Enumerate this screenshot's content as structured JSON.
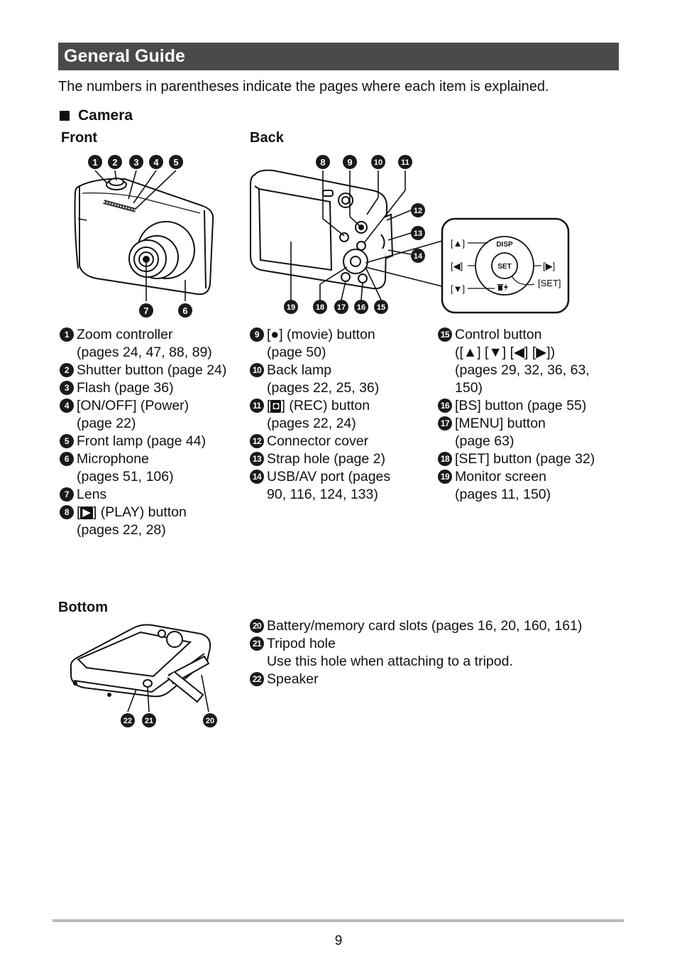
{
  "header": {
    "title": "General Guide"
  },
  "intro": "The numbers in parentheses indicate the pages where each item is explained.",
  "section": {
    "title": "Camera"
  },
  "subheads": {
    "front": "Front",
    "back": "Back",
    "bottom": "Bottom"
  },
  "callouts": {
    "front": [
      "1",
      "2",
      "3",
      "4",
      "5",
      "7",
      "6"
    ],
    "back": [
      "8",
      "9",
      "10",
      "11",
      "12",
      "13",
      "14",
      "19",
      "18",
      "17",
      "16",
      "15"
    ],
    "bottom": [
      "22",
      "21",
      "20"
    ]
  },
  "control_inset": {
    "up": "[▲]",
    "left": "[◀]",
    "down": "[▼]",
    "right": "[▶]",
    "set_bracket": "[SET]",
    "disp": "DISP",
    "set": "SET"
  },
  "col1": [
    {
      "num": "1",
      "text": "Zoom controller\n(pages 24, 47, 88, 89)"
    },
    {
      "num": "2",
      "text": "Shutter button (page 24)"
    },
    {
      "num": "3",
      "text": "Flash (page 36)"
    },
    {
      "num": "4",
      "text": "[ON/OFF] (Power)\n(page 22)"
    },
    {
      "num": "5",
      "text": "Front lamp (page 44)"
    },
    {
      "num": "6",
      "text": "Microphone\n(pages 51, 106)"
    },
    {
      "num": "7",
      "text": "Lens"
    },
    {
      "num": "8",
      "pre": "[",
      "symbol": "▶",
      "post": "] (PLAY) button\n(pages 22, 28)"
    }
  ],
  "col2": [
    {
      "num": "9",
      "text": "[●] (movie) button\n(page 50)"
    },
    {
      "num": "10",
      "text": "Back lamp\n(pages 22, 25, 36)"
    },
    {
      "num": "11",
      "pre": "[",
      "symbol": "◘",
      "post": "] (REC) button\n(pages 22, 24)"
    },
    {
      "num": "12",
      "text": "Connector cover"
    },
    {
      "num": "13",
      "text": "Strap hole (page 2)"
    },
    {
      "num": "14",
      "text": "USB/AV port (pages\n90, 116, 124, 133)"
    }
  ],
  "col3": [
    {
      "num": "15",
      "text": "Control button\n([▲] [▼] [◀] [▶])\n(pages 29, 32, 36, 63,\n150)"
    },
    {
      "num": "16",
      "text": "[BS] button (page 55)"
    },
    {
      "num": "17",
      "text": "[MENU] button\n(page 63)"
    },
    {
      "num": "18",
      "text": "[SET] button (page 32)"
    },
    {
      "num": "19",
      "text": "Monitor screen\n(pages 11, 150)"
    }
  ],
  "bottom_list": [
    {
      "num": "20",
      "text": "Battery/memory card slots (pages 16, 20, 160, 161)"
    },
    {
      "num": "21",
      "text": "Tripod hole\nUse this hole when attaching to a tripod."
    },
    {
      "num": "22",
      "text": "Speaker"
    }
  ],
  "footer": {
    "page_number": "9"
  }
}
